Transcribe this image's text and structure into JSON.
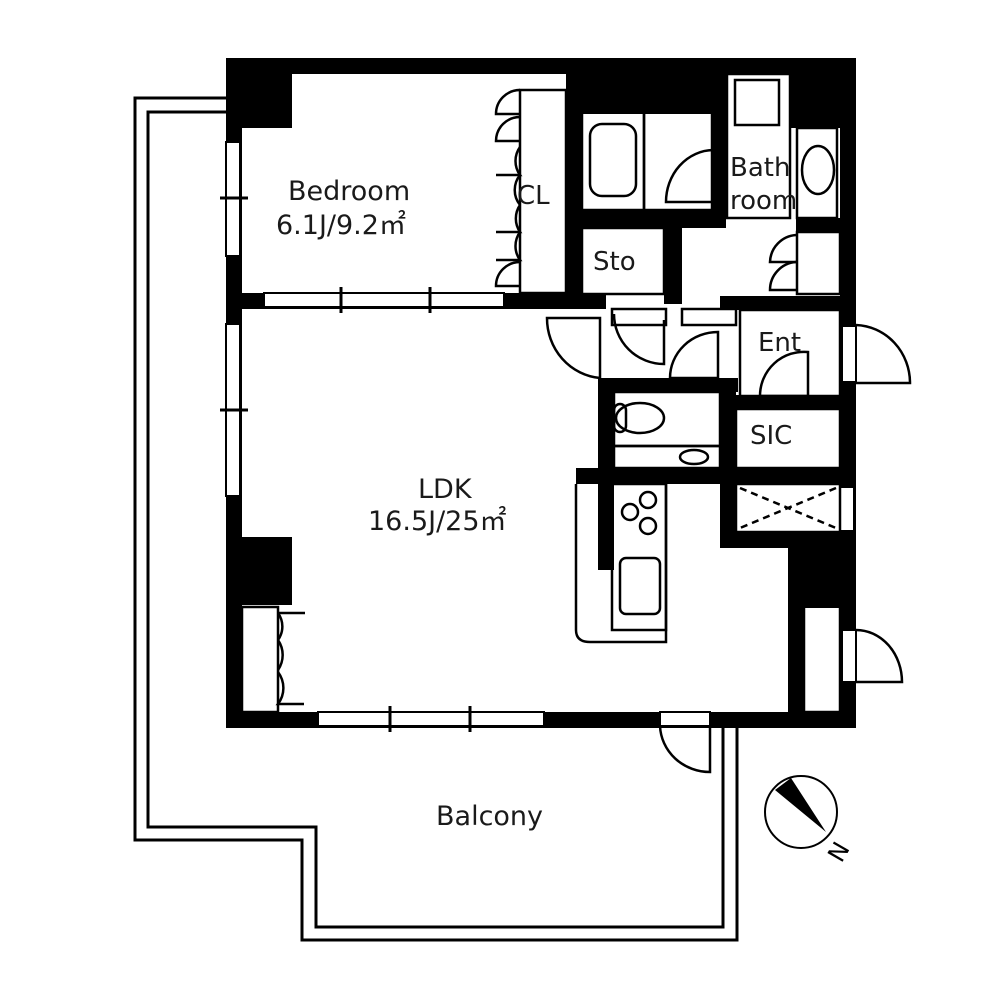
{
  "floor_plan": {
    "rooms": {
      "bedroom": {
        "name": "Bedroom",
        "area": "6.1J/9.2㎡"
      },
      "closet": {
        "name": "CL"
      },
      "bathroom": {
        "name_line1": "Bath",
        "name_line2": "room"
      },
      "storage": {
        "name": "Sto"
      },
      "entrance": {
        "name": "Ent"
      },
      "shoe_closet": {
        "name": "SIC"
      },
      "ldk": {
        "name": "LDK",
        "area": "16.5J/25㎡"
      },
      "balcony": {
        "name": "Balcony"
      }
    },
    "compass": {
      "label": "N"
    },
    "colors": {
      "wall": "#000000",
      "background": "#ffffff",
      "line": "#000000"
    }
  }
}
